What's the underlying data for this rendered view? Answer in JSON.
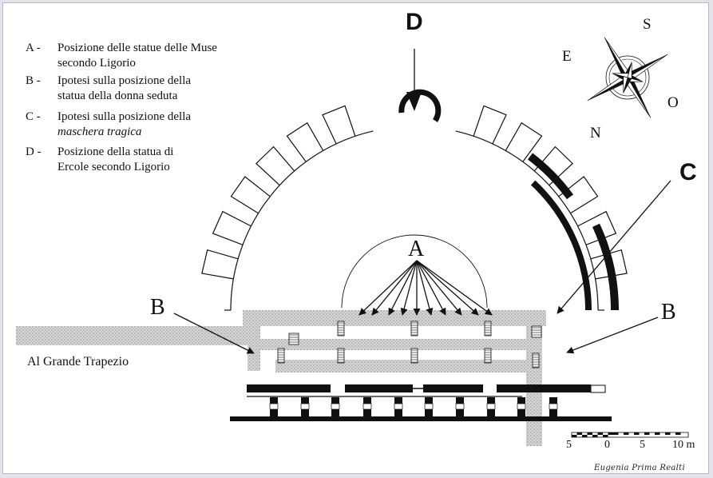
{
  "legend": [
    {
      "key": "A -",
      "line1": "Posizione delle statue delle Muse",
      "line2": "secondo  Ligorio"
    },
    {
      "key": "B -",
      "line1": "Ipotesi sulla posizione della",
      "line2": "statua della donna seduta"
    },
    {
      "key": "C -",
      "line1": "Ipotesi sulla posizione della",
      "line2": "maschera tragica"
    },
    {
      "key": "D -",
      "line1": "Posizione della statua di",
      "line2": "Ercole secondo Ligorio"
    }
  ],
  "markers": {
    "a": "A",
    "b_left": "B",
    "b_right": "B",
    "c": "C",
    "d": "D"
  },
  "compass": {
    "n": "N",
    "s": "S",
    "e": "E",
    "o": "O"
  },
  "caption": "Al Grande Trapezio",
  "scale": {
    "labels": [
      "5",
      "0",
      "5",
      "10 m"
    ]
  },
  "signature": "Eugenia Prima Realti",
  "colors": {
    "ink": "#111111",
    "paving": "#c8c8c8",
    "background": "#ffffff"
  }
}
